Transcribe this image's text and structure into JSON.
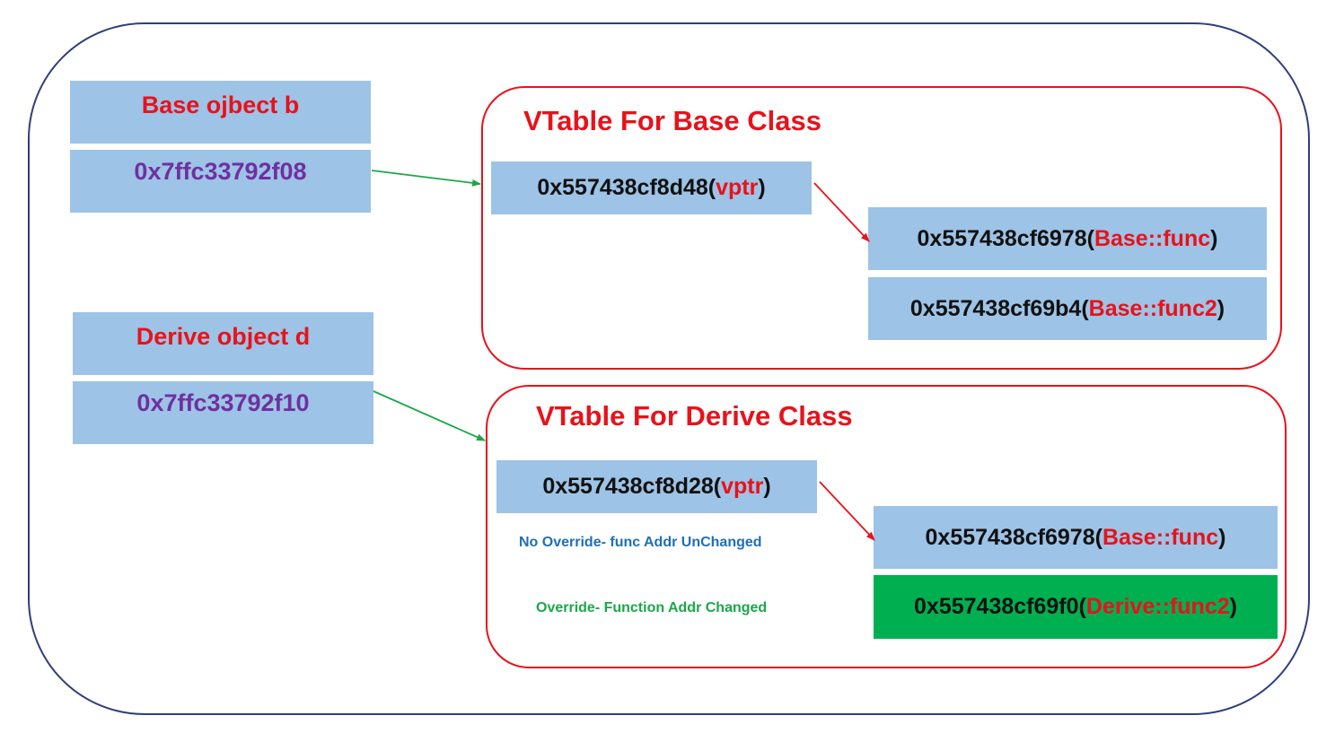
{
  "base_object": {
    "title": "Base ojbect b",
    "address": "0x7ffc33792f08"
  },
  "derive_object": {
    "title": "Derive object d",
    "address": "0x7ffc33792f10"
  },
  "vtable_base": {
    "title": "VTable For Base Class",
    "vptr": {
      "address": "0x557438cf8d48(",
      "label": "vptr",
      "close": ")"
    },
    "entries": [
      {
        "address": "0x557438cf6978(",
        "label": "Base::func",
        "close": ")"
      },
      {
        "address": "0x557438cf69b4(",
        "label": "Base::func2",
        "close": ")"
      }
    ]
  },
  "vtable_derive": {
    "title": "VTable For Derive Class",
    "vptr": {
      "address": "0x557438cf8d28(",
      "label": "vptr",
      "close": ")"
    },
    "entries": [
      {
        "address": "0x557438cf6978(",
        "label": "Base::func",
        "close": ")"
      },
      {
        "address": "0x557438cf69f0(",
        "label": "Derive::func2",
        "close": ")"
      }
    ],
    "notes": {
      "no_override": "No Override- func Addr UnChanged",
      "override": "Override- Function Addr Changed"
    }
  },
  "colors": {
    "box_fill": "#9dc3e6",
    "override_fill": "#00b050",
    "group_border": "#e8121a",
    "outer_border": "#2f3f7a",
    "pointer_arrow": "#1aa84a",
    "vptr_arrow": "#e8121a"
  }
}
